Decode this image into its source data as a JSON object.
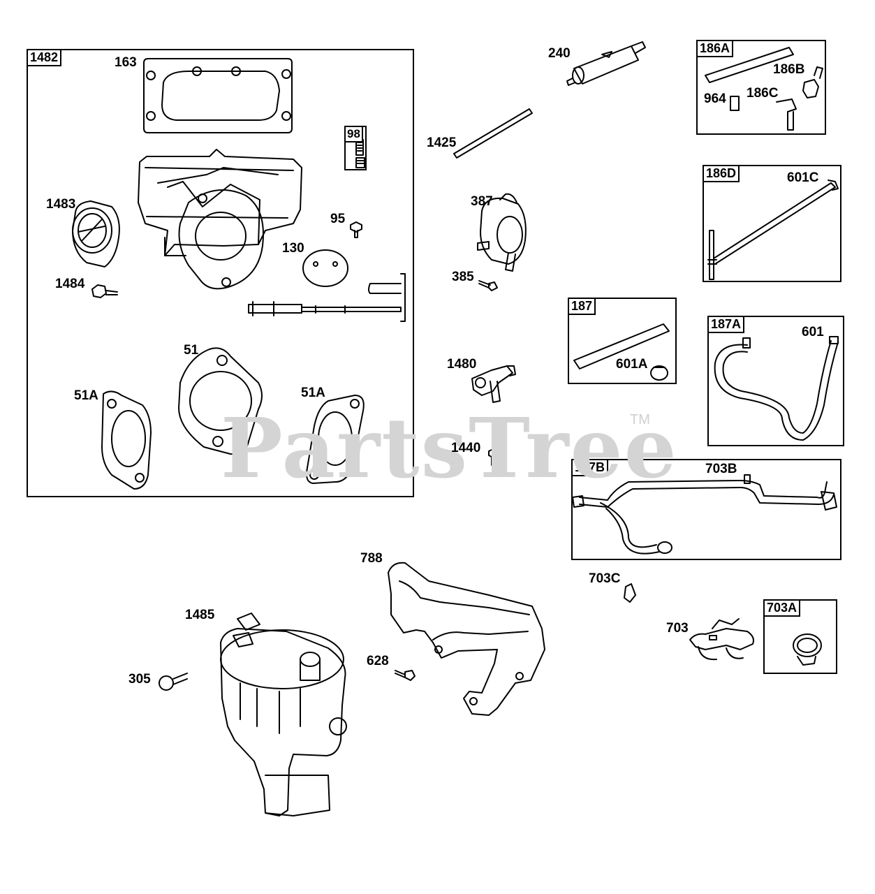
{
  "group_tags": {
    "g1482": "1482",
    "g98": "98",
    "g186a": "186A",
    "g186d": "186D",
    "g187": "187",
    "g187a": "187A",
    "g187b": "187B",
    "g703a": "703A"
  },
  "labels": {
    "p163": "163",
    "p1483": "1483",
    "p95": "95",
    "p130": "130",
    "p1484": "1484",
    "p51": "51",
    "p51a_left": "51A",
    "p51a_right": "51A",
    "p240": "240",
    "p1425": "1425",
    "p387": "387",
    "p385": "385",
    "p1480": "1480",
    "p1440": "1440",
    "p186b": "186B",
    "p186c": "186C",
    "p964": "964",
    "p601c": "601C",
    "p601a": "601A",
    "p601": "601",
    "p703b": "703B",
    "p703c": "703C",
    "p703": "703",
    "p788": "788",
    "p1485": "1485",
    "p628": "628",
    "p305": "305"
  },
  "watermark": {
    "text": "PartsTree",
    "trademark": "TM"
  }
}
